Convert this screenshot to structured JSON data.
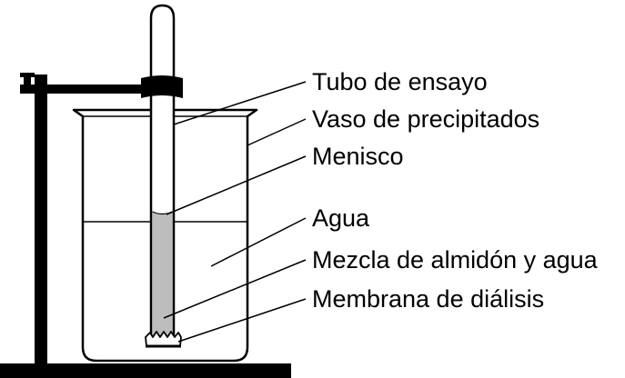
{
  "labels": {
    "test_tube": "Tubo de ensayo",
    "beaker": "Vaso de precipitados",
    "meniscus": "Menisco",
    "water": "Agua",
    "starch_water_mixture": "Mezcla de almidón y agua",
    "dialysis_membrane": "Membrana de diálisis"
  },
  "colors": {
    "ink": "#000000",
    "starch_mixture_fill": "#bdbdbd",
    "background": "#ffffff"
  }
}
